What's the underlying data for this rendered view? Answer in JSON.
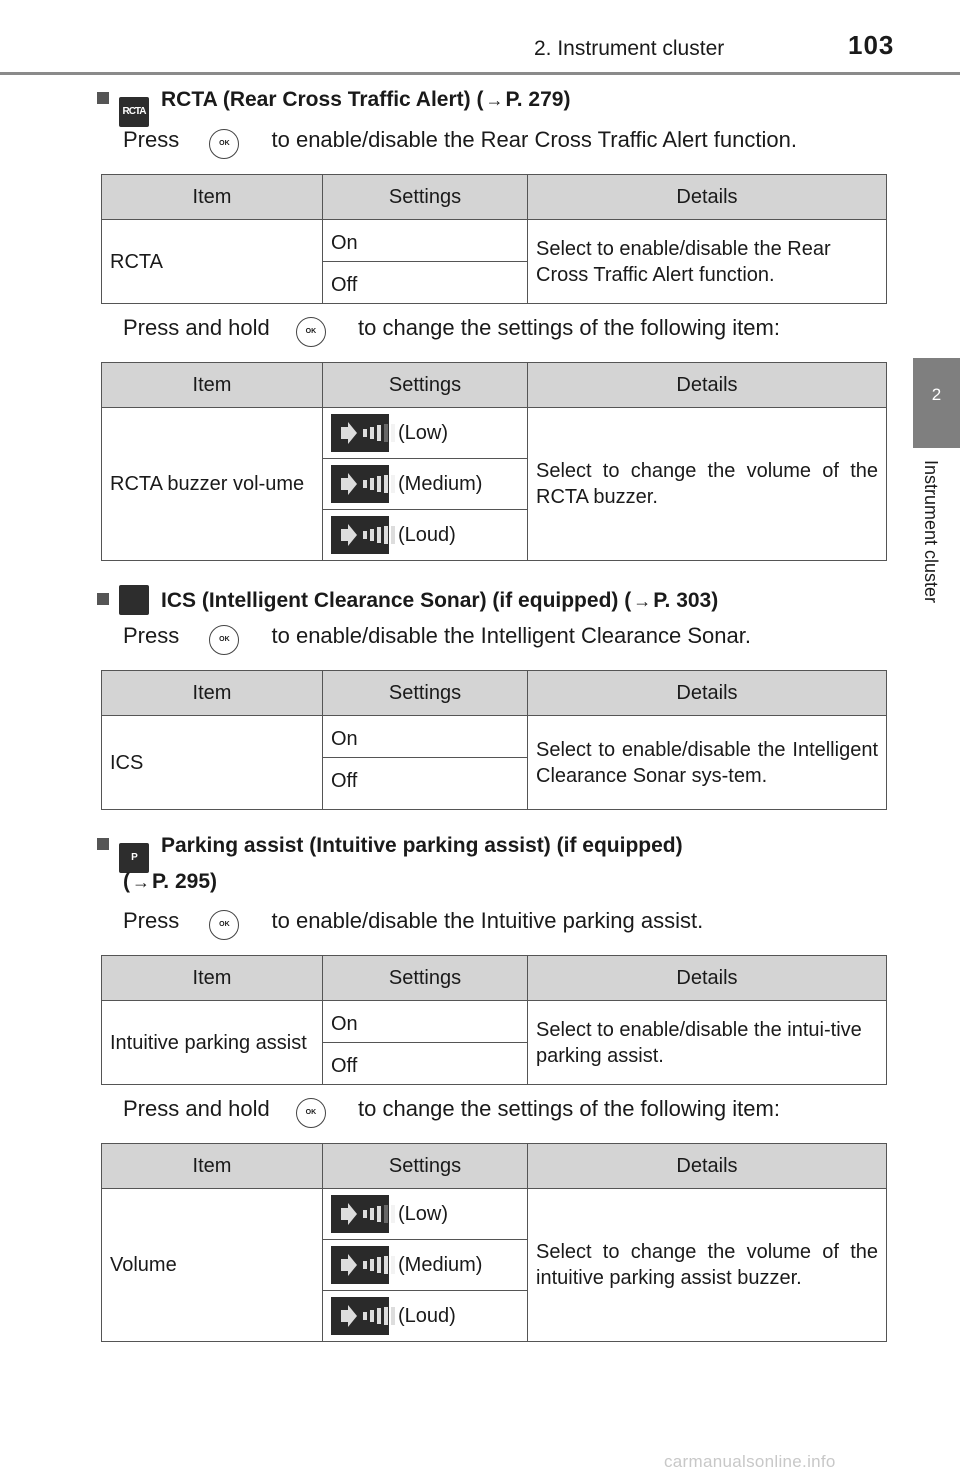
{
  "header": {
    "section_title": "2. Instrument cluster",
    "page_number": "103"
  },
  "side_tab": {
    "chapter_number": "2",
    "chapter_label": "Instrument cluster"
  },
  "ok_label": "OK",
  "sections": [
    {
      "icon_text": "RCTA",
      "heading": "RCTA (Rear Cross Traffic Alert) (",
      "ref": "P. 279)",
      "press_text": "Press",
      "press_desc": "to enable/disable the Rear Cross Traffic Alert function."
    },
    {
      "icon_text": "",
      "heading": "ICS (Intelligent Clearance Sonar) (if equipped) (",
      "ref": "P. 303)",
      "press_text": "Press",
      "press_desc": "to enable/disable the Intelligent Clearance Sonar."
    },
    {
      "icon_text": "P",
      "heading": "Parking assist (Intuitive parking assist) (if equipped)",
      "heading_line2_prefix": "(",
      "ref": "P. 295)",
      "press_text": "Press",
      "press_desc": "to enable/disable the Intuitive parking assist."
    }
  ],
  "hold_text": "Press and hold",
  "hold_desc": "to change the settings of the following item:",
  "table_headers": {
    "item": "Item",
    "settings": "Settings",
    "details": "Details"
  },
  "tables": {
    "rcta": {
      "item": "RCTA",
      "on": "On",
      "off": "Off",
      "details": "Select to enable/disable the Rear Cross Traffic Alert function."
    },
    "rcta_volume": {
      "item": "RCTA buzzer vol-ume",
      "low": "(Low)",
      "medium": "(Medium)",
      "loud": "(Loud)",
      "details": "Select to change the volume of the RCTA buzzer."
    },
    "ics": {
      "item": "ICS",
      "on": "On",
      "off": "Off",
      "details": "Select to enable/disable the Intelligent Clearance Sonar sys-tem."
    },
    "parking": {
      "item": "Intuitive parking assist",
      "on": "On",
      "off": "Off",
      "details": "Select to enable/disable the intui-tive parking assist."
    },
    "volume": {
      "item": "Volume",
      "low": "(Low)",
      "medium": "(Medium)",
      "loud": "(Loud)",
      "details": "Select to change the volume of the intuitive parking assist buzzer."
    }
  },
  "volume_levels": {
    "low": 1,
    "medium": 2,
    "loud": 3
  },
  "watermark": "carmanualsonline.info"
}
